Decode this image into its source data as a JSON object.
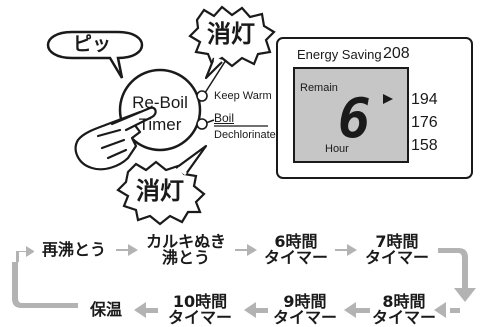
{
  "callouts": {
    "beep": "ピッ",
    "light_off_top": "消灯",
    "light_off_bottom": "消灯"
  },
  "button": {
    "line1": "Re-Boil",
    "line2": "Timer"
  },
  "indicators": {
    "keep_warm": "Keep Warm",
    "boil": "Boil",
    "dechlorinate": "Dechlorinate"
  },
  "display": {
    "energy_saving_label": "Energy Saving",
    "energy_saving_value": "208",
    "remain_label": "Remain",
    "digit": "6",
    "unit": "Hour",
    "levels": [
      "194",
      "176",
      "158"
    ]
  },
  "sequence": {
    "top_row": [
      {
        "line1": "再沸とう",
        "line2": ""
      },
      {
        "line1": "カルキぬき",
        "line2": "沸とう"
      },
      {
        "line1": "6時間",
        "line2": "タイマー"
      },
      {
        "line1": "7時間",
        "line2": "タイマー"
      }
    ],
    "bottom_row": [
      {
        "line1": "保温",
        "line2": ""
      },
      {
        "line1": "10時間",
        "line2": "タイマー"
      },
      {
        "line1": "9時間",
        "line2": "タイマー"
      },
      {
        "line1": "8時間",
        "line2": "タイマー"
      }
    ]
  }
}
